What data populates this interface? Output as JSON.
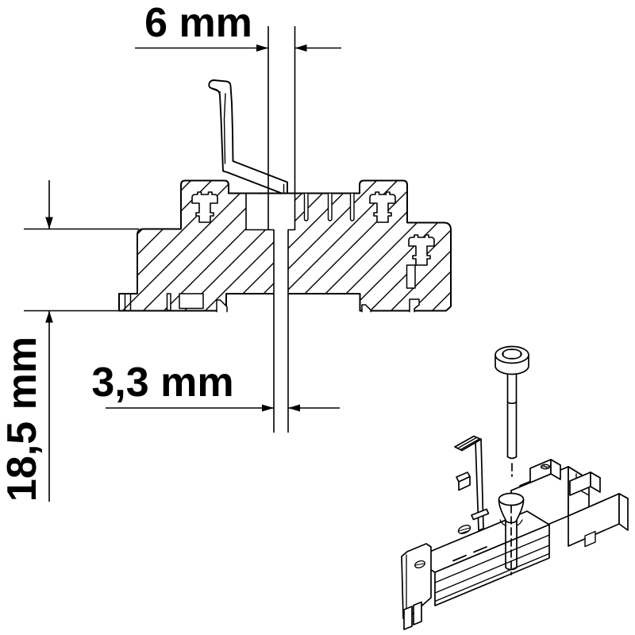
{
  "drawing": {
    "background_color": "#ffffff",
    "line_color": "#000000",
    "view_section": "cross-section view",
    "view_isometric": "isometric cutaway view",
    "dimensions": {
      "slot_top_width": {
        "label": "6 mm"
      },
      "slot_bottom_width": {
        "label": "3,3 mm"
      },
      "body_height": {
        "label": "18,5 mm"
      }
    }
  }
}
